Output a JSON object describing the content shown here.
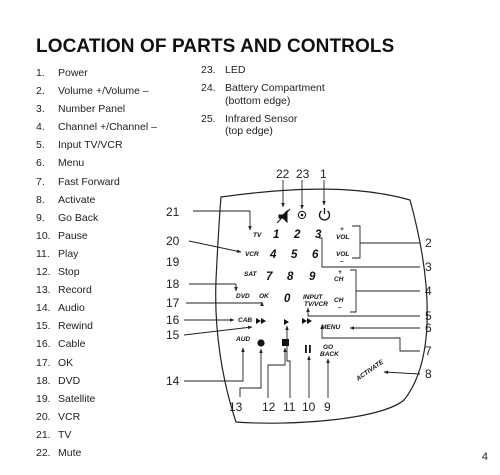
{
  "title": "LOCATION OF PARTS AND CONTROLS",
  "parts_left": [
    {
      "num": "1.",
      "label": "Power"
    },
    {
      "num": "2.",
      "label": "Volume +/Volume –"
    },
    {
      "num": "3.",
      "label": "Number Panel"
    },
    {
      "num": "4.",
      "label": "Channel +/Channel –"
    },
    {
      "num": "5.",
      "label": "Input TV/VCR"
    },
    {
      "num": "6.",
      "label": "Menu"
    },
    {
      "num": "7.",
      "label": "Fast Forward"
    },
    {
      "num": "8.",
      "label": "Activate"
    },
    {
      "num": "9.",
      "label": "Go Back"
    },
    {
      "num": "10.",
      "label": "Pause"
    },
    {
      "num": "11.",
      "label": "Play"
    },
    {
      "num": "12.",
      "label": "Stop"
    },
    {
      "num": "13.",
      "label": "Record"
    },
    {
      "num": "14.",
      "label": "Audio"
    },
    {
      "num": "15.",
      "label": "Rewind"
    },
    {
      "num": "16.",
      "label": "Cable"
    },
    {
      "num": "17.",
      "label": "OK"
    },
    {
      "num": "18.",
      "label": "DVD"
    },
    {
      "num": "19.",
      "label": "Satellite"
    },
    {
      "num": "20.",
      "label": "VCR"
    },
    {
      "num": "21.",
      "label": "TV"
    },
    {
      "num": "22.",
      "label": "Mute"
    }
  ],
  "parts_right": [
    {
      "num": "23.",
      "label": "LED",
      "sub": ""
    },
    {
      "num": "24.",
      "label": "Battery Compartment",
      "sub": "(bottom edge)"
    },
    {
      "num": "25.",
      "label": "Infrared Sensor",
      "sub": "(top edge)"
    }
  ],
  "diagram": {
    "callouts": {
      "c1": "1",
      "c2": "2",
      "c3": "3",
      "c4": "4",
      "c5": "5",
      "c6": "6",
      "c7": "7",
      "c8": "8",
      "c9": "9",
      "c10": "10",
      "c11": "11",
      "c12": "12",
      "c13": "13",
      "c14": "14",
      "c15": "15",
      "c16": "16",
      "c17": "17",
      "c18": "18",
      "c19": "19",
      "c20": "20",
      "c21": "21",
      "c22": "22",
      "c23": "23"
    },
    "buttons": {
      "tv": "TV",
      "vcr": "VCR",
      "sat": "SAT",
      "dvd": "DVD",
      "ok": "OK",
      "cab": "CAB",
      "aud": "AUD",
      "vol": "VOL",
      "ch": "CH",
      "input": "INPUT",
      "tvvcr": "TV/VCR",
      "menu": "MENU",
      "go": "GO",
      "back": "BACK",
      "activate": "ACTIVATE",
      "plus": "+",
      "minus": "–",
      "n1": "1",
      "n2": "2",
      "n3": "3",
      "n4": "4",
      "n5": "5",
      "n6": "6",
      "n7": "7",
      "n8": "8",
      "n9": "9",
      "n0": "0"
    }
  },
  "page_number": "4"
}
